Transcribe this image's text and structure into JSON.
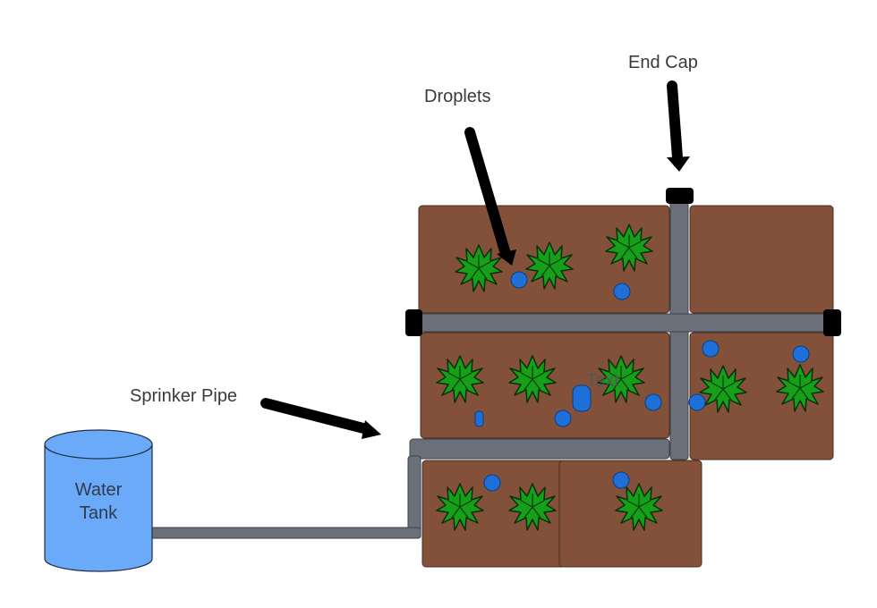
{
  "labels": {
    "droplets": "Droplets",
    "end_cap": "End Cap",
    "sprinkler_pipe": "Sprinker Pipe",
    "tank_line1": "Water",
    "tank_line2": "Tank",
    "overlap_text": "Text"
  },
  "colors": {
    "soil": "#83503a",
    "pipe": "#6b6f7a",
    "droplet": "#1e70d8",
    "plant": "#16a01a",
    "tank": "#6aaaf8",
    "cap": "#000000"
  }
}
